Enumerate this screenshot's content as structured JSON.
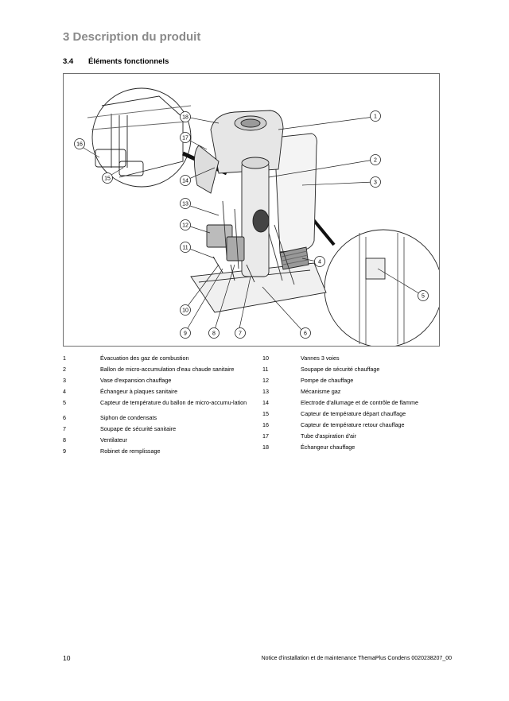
{
  "header": {
    "chapter_title": "3 Description du produit",
    "section_number": "3.4",
    "section_title": "Éléments fonctionnels"
  },
  "figure": {
    "callouts": [
      "1",
      "2",
      "3",
      "4",
      "5",
      "6",
      "7",
      "8",
      "9",
      "10",
      "11",
      "12",
      "13",
      "14",
      "15",
      "16",
      "17",
      "18"
    ]
  },
  "legend": {
    "left": [
      {
        "num": "1",
        "text": "Évacuation des gaz de combustion"
      },
      {
        "num": "2",
        "text": "Ballon de micro-accumulation d'eau chaude sanitaire"
      },
      {
        "num": "3",
        "text": "Vase d'expansion chauffage"
      },
      {
        "num": "4",
        "text": "Échangeur à plaques sanitaire"
      },
      {
        "num": "5",
        "text": "Capteur de température du ballon de micro-accumu-lation"
      },
      {
        "num": "6",
        "text": "Siphon de condensats"
      },
      {
        "num": "7",
        "text": "Soupape de sécurité sanitaire"
      },
      {
        "num": "8",
        "text": "Ventilateur"
      },
      {
        "num": "9",
        "text": "Robinet de remplissage"
      }
    ],
    "right": [
      {
        "num": "10",
        "text": "Vannes 3 voies"
      },
      {
        "num": "11",
        "text": "Soupape de sécurité chauffage"
      },
      {
        "num": "12",
        "text": "Pompe de chauffage"
      },
      {
        "num": "13",
        "text": "Mécanisme gaz"
      },
      {
        "num": "14",
        "text": "Electrode d'allumage et de contrôle de flamme"
      },
      {
        "num": "15",
        "text": "Capteur de température départ chauffage"
      },
      {
        "num": "16",
        "text": "Capteur de température retour chauffage"
      },
      {
        "num": "17",
        "text": "Tube d'aspiration d'air"
      },
      {
        "num": "18",
        "text": "Échangeur chauffage"
      }
    ]
  },
  "footer": {
    "page_number": "10",
    "document_title": "Notice d'installation et de maintenance ThemaPlus Condens 0020238207_00"
  }
}
